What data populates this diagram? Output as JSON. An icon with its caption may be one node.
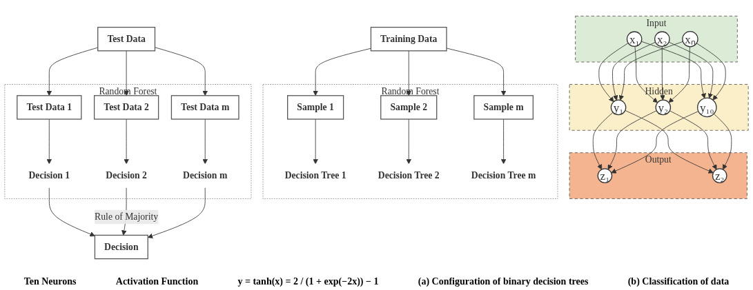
{
  "diagram": {
    "nodes": [
      {
        "text": [
          "Input"
        ]
      },
      {
        "text": [
          "x₁"
        ],
        "in": 0
      },
      {
        "text": [
          "x₂"
        ],
        "in": 0
      },
      {
        "text": [
          "xₙ"
        ],
        "in": 0
      },
      {
        "text": [
          "Hidden"
        ]
      },
      {
        "text": [
          "y₁"
        ],
        "in": 4
      },
      {
        "text": [
          "y₂"
        ],
        "in": 4
      },
      {
        "text": [
          "y₁₀"
        ],
        "in": 4
      },
      {
        "text": [
          "Output"
        ]
      },
      {
        "text": [
          "z₁"
        ],
        "in": 8
      },
      {
        "text": [
          "z₂"
        ],
        "in": 8
      },
      {
        "text": [
          "Training Data"
        ]
      },
      {
        "text": [
          "Random Forest"
        ]
      },
      {
        "text": [
          "Sample 1"
        ],
        "in": 12
      },
      {
        "text": [
          "Sample 2"
        ],
        "in": 12
      },
      {
        "text": [
          "Sample m"
        ],
        "in": 12
      },
      {
        "text": [
          "Decision Tree 1"
        ],
        "in": 12
      },
      {
        "text": [
          "Decision Tree 2"
        ],
        "in": 12
      },
      {
        "text": [
          "Decision Tree m"
        ],
        "in": 12
      },
      {
        "text": [
          "Test Data"
        ]
      },
      {
        "text": [
          "Random Forest"
        ]
      },
      {
        "text": [
          "Test Data 1"
        ],
        "in": 20
      },
      {
        "text": [
          "Test Data 2"
        ],
        "in": 20
      },
      {
        "text": [
          "Test Data m"
        ],
        "in": 20
      },
      {
        "text": [
          "Decision 1"
        ],
        "in": 20
      },
      {
        "text": [
          "Decision 2"
        ],
        "in": 20
      },
      {
        "text": [
          "Decision m"
        ],
        "in": 20
      },
      {
        "text": [
          "Decision"
        ]
      }
    ],
    "edges": [
      {
        "from": 1,
        "to": 5,
        "arrow": "to"
      },
      {
        "from": 1,
        "to": 6,
        "arrow": "to"
      },
      {
        "from": 1,
        "to": 7,
        "arrow": "to"
      },
      {
        "from": 2,
        "to": 5,
        "arrow": "to"
      },
      {
        "from": 2,
        "to": 6,
        "arrow": "to"
      },
      {
        "from": 2,
        "to": 7,
        "arrow": "to"
      },
      {
        "from": 3,
        "to": 5,
        "arrow": "to"
      },
      {
        "from": 3,
        "to": 6,
        "arrow": "to"
      },
      {
        "from": 3,
        "to": 7,
        "arrow": "to"
      },
      {
        "from": 5,
        "to": 9,
        "arrow": "to"
      },
      {
        "from": 5,
        "to": 10,
        "arrow": "to"
      },
      {
        "from": 6,
        "to": 9,
        "arrow": "to"
      },
      {
        "from": 6,
        "to": 10,
        "arrow": "to"
      },
      {
        "from": 7,
        "to": 9,
        "arrow": "to"
      },
      {
        "from": 7,
        "to": 10,
        "arrow": "to"
      },
      {
        "from": 11,
        "to": 13,
        "arrow": "to"
      },
      {
        "from": 11,
        "to": 14,
        "arrow": "to"
      },
      {
        "from": 11,
        "to": 15,
        "arrow": "to"
      },
      {
        "from": 13,
        "to": 16,
        "arrow": "to"
      },
      {
        "from": 14,
        "to": 17,
        "arrow": "to"
      },
      {
        "from": 15,
        "to": 18,
        "arrow": "to"
      },
      {
        "from": 19,
        "to": 21,
        "arrow": "to"
      },
      {
        "from": 19,
        "to": 22,
        "arrow": "to"
      },
      {
        "from": 19,
        "to": 23,
        "arrow": "to"
      },
      {
        "from": 21,
        "to": 24,
        "arrow": "to"
      },
      {
        "from": 22,
        "to": 25,
        "arrow": "to"
      },
      {
        "from": 23,
        "to": 26,
        "arrow": "to"
      },
      {
        "from": 24,
        "to": 27,
        "arrow": "to"
      },
      {
        "from": 25,
        "to": 27,
        "arrow": "to",
        "label": "Rule of Majority"
      },
      {
        "from": 26,
        "to": 27,
        "arrow": "to"
      }
    ],
    "labels": [
      "Ten Neurons",
      "Activation Function",
      "y = tanh(x) = 2 / (1 + exp(−2x)) − 1",
      "(a) Configuration of binary decision trees",
      "(b) Classification of data"
    ]
  }
}
